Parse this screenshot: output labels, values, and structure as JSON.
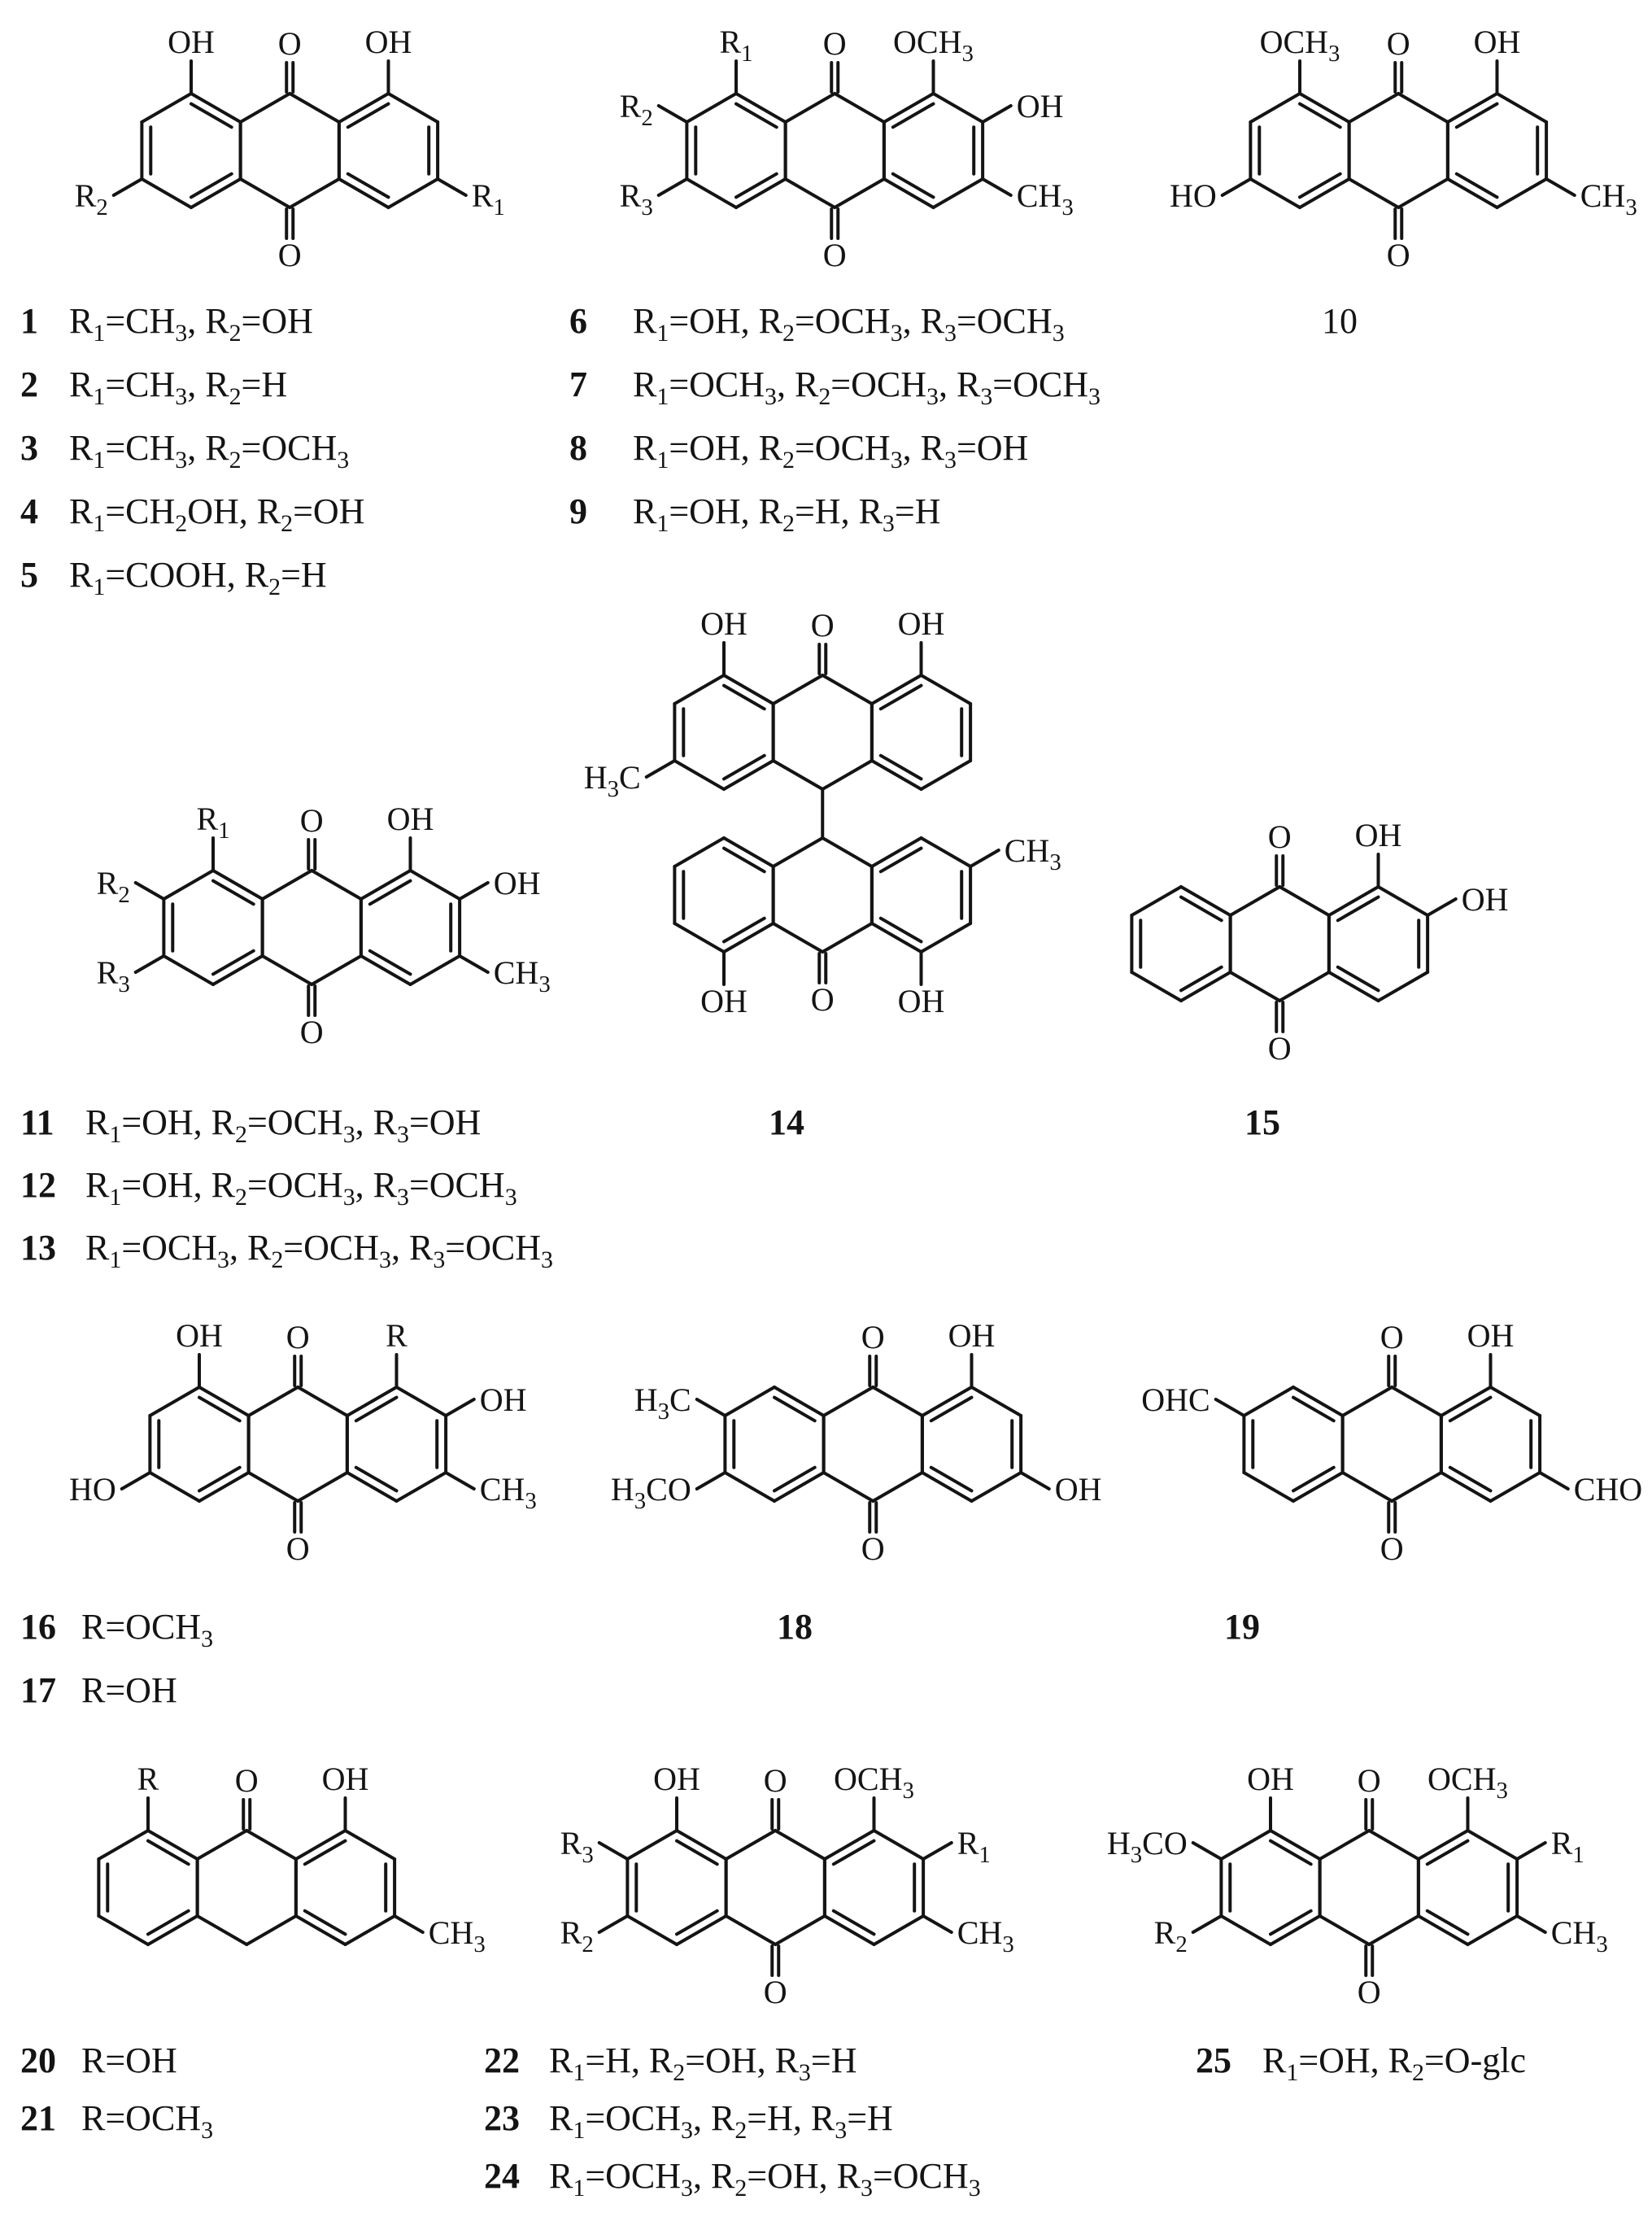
{
  "figure": {
    "background": "#ffffff",
    "ink": "#141414"
  },
  "structures": [
    {
      "id": "s1",
      "name": "structure-core-compounds-1-5",
      "subs": [
        [
          "Ltop",
          "OH"
        ],
        [
          "Otop",
          "O"
        ],
        [
          "Rtop",
          "OH"
        ],
        [
          "Lll",
          "R2"
        ],
        [
          "Rlr",
          "R1"
        ],
        [
          "Obot",
          "O"
        ]
      ]
    },
    {
      "id": "s2",
      "name": "structure-core-compounds-6-9",
      "subs": [
        [
          "Ltop",
          "R1"
        ],
        [
          "Lul",
          "R2"
        ],
        [
          "Lll",
          "R3"
        ],
        [
          "Otop",
          "O"
        ],
        [
          "Rtop",
          "OCH3"
        ],
        [
          "Rur",
          "OH"
        ],
        [
          "Rlr",
          "CH3"
        ],
        [
          "Obot",
          "O"
        ]
      ]
    },
    {
      "id": "s3",
      "name": "structure-compound-10",
      "subs": [
        [
          "Ltop",
          "OCH3"
        ],
        [
          "Otop",
          "O"
        ],
        [
          "Rtop",
          "OH"
        ],
        [
          "Lll",
          "HO"
        ],
        [
          "Rlr",
          "CH3"
        ],
        [
          "Obot",
          "O"
        ]
      ]
    },
    {
      "id": "s4",
      "name": "structure-core-compounds-11-13",
      "subs": [
        [
          "Ltop",
          "R1"
        ],
        [
          "Lul",
          "R2"
        ],
        [
          "Lll",
          "R3"
        ],
        [
          "Otop",
          "O"
        ],
        [
          "Rtop",
          "OH"
        ],
        [
          "Rur",
          "OH"
        ],
        [
          "Rlr",
          "CH3"
        ],
        [
          "Obot",
          "O"
        ]
      ]
    },
    {
      "id": "s5a",
      "name": "structure-14-upper-unit",
      "subs": [
        [
          "Ltop",
          "OH"
        ],
        [
          "Otop",
          "O"
        ],
        [
          "Rtop",
          "OH"
        ],
        [
          "Lll",
          "H3C"
        ]
      ]
    },
    {
      "id": "s5b",
      "name": "structure-14-lower-unit",
      "subs": [
        [
          "Lbot",
          "OH"
        ],
        [
          "Obot",
          "O"
        ],
        [
          "Rbot",
          "OH"
        ],
        [
          "Rur",
          "CH3"
        ]
      ]
    },
    {
      "id": "s6",
      "name": "structure-compound-15",
      "subs": [
        [
          "Otop",
          "O"
        ],
        [
          "Rtop",
          "OH"
        ],
        [
          "Rur",
          "OH"
        ],
        [
          "Obot",
          "O"
        ]
      ]
    },
    {
      "id": "s7",
      "name": "structure-core-compounds-16-17",
      "subs": [
        [
          "Ltop",
          "OH"
        ],
        [
          "Otop",
          "O"
        ],
        [
          "Rtop",
          "R"
        ],
        [
          "Lll",
          "HO"
        ],
        [
          "Rur",
          "OH"
        ],
        [
          "Rlr",
          "CH3"
        ],
        [
          "Obot",
          "O"
        ]
      ]
    },
    {
      "id": "s8",
      "name": "structure-compound-18",
      "subs": [
        [
          "Lul",
          "H3C"
        ],
        [
          "Lll",
          "H3CO"
        ],
        [
          "Otop",
          "O"
        ],
        [
          "Rtop",
          "OH"
        ],
        [
          "Rlr",
          "OH"
        ],
        [
          "Obot",
          "O"
        ]
      ]
    },
    {
      "id": "s9",
      "name": "structure-compound-19",
      "subs": [
        [
          "Lul",
          "OHC"
        ],
        [
          "Otop",
          "O"
        ],
        [
          "Rtop",
          "OH"
        ],
        [
          "Rlr",
          "CHO"
        ],
        [
          "Obot",
          "O"
        ]
      ]
    },
    {
      "id": "s10",
      "name": "structure-core-compounds-20-21",
      "subs": [
        [
          "Ltop",
          "R"
        ],
        [
          "Otop",
          "O"
        ],
        [
          "Rtop",
          "OH"
        ],
        [
          "Rlr",
          "CH3"
        ]
      ]
    },
    {
      "id": "s11",
      "name": "structure-core-compounds-22-24",
      "subs": [
        [
          "Ltop",
          "OH"
        ],
        [
          "Otop",
          "O"
        ],
        [
          "Rtop",
          "OCH3"
        ],
        [
          "Lul",
          "R3"
        ],
        [
          "Lll",
          "R2"
        ],
        [
          "Rur",
          "R1"
        ],
        [
          "Rlr",
          "CH3"
        ],
        [
          "Obot",
          "O"
        ]
      ]
    },
    {
      "id": "s12",
      "name": "structure-compound-25",
      "subs": [
        [
          "Ltop",
          "OH"
        ],
        [
          "Otop",
          "O"
        ],
        [
          "Rtop",
          "OCH3"
        ],
        [
          "Lul",
          "H3CO"
        ],
        [
          "Lll",
          "R2"
        ],
        [
          "Rur",
          "R1"
        ],
        [
          "Rlr",
          "CH3"
        ],
        [
          "Obot",
          "O"
        ]
      ]
    }
  ],
  "links": [
    {
      "from": "s5a",
      "to": "s5b"
    }
  ],
  "groups": [
    {
      "id": "gA",
      "items": [
        {
          "num": "1",
          "def": "R1=CH3, R2=OH"
        },
        {
          "num": "2",
          "def": "R1=CH3, R2=H"
        },
        {
          "num": "3",
          "def": "R1=CH3, R2=OCH3"
        },
        {
          "num": "4",
          "def": "R1=CH2OH, R2=OH"
        },
        {
          "num": "5",
          "def": "R1=COOH, R2=H"
        }
      ]
    },
    {
      "id": "gB",
      "items": [
        {
          "num": "6",
          "def": "R1=OH, R2=OCH3, R3=OCH3"
        },
        {
          "num": "7",
          "def": "R1=OCH3, R2=OCH3, R3=OCH3"
        },
        {
          "num": "8",
          "def": "R1=OH, R2=OCH3, R3=OH"
        },
        {
          "num": "9",
          "def": "R1=OH, R2=H, R3=H"
        }
      ]
    },
    {
      "id": "gC",
      "items": [
        {
          "num": "11",
          "def": "R1=OH, R2=OCH3, R3=OH"
        },
        {
          "num": "12",
          "def": "R1=OH, R2=OCH3, R3=OCH3"
        },
        {
          "num": "13",
          "def": "R1=OCH3, R2=OCH3, R3=OCH3"
        }
      ]
    },
    {
      "id": "gD",
      "items": [
        {
          "num": "16",
          "def": "R=OCH3"
        },
        {
          "num": "17",
          "def": "R=OH"
        }
      ]
    },
    {
      "id": "gE",
      "items": [
        {
          "num": "20",
          "def": "R=OH"
        },
        {
          "num": "21",
          "def": "R=OCH3"
        }
      ]
    },
    {
      "id": "gF",
      "items": [
        {
          "num": "22",
          "def": "R1=H, R2=OH, R3=H"
        },
        {
          "num": "23",
          "def": "R1=OCH3, R2=H, R3=H"
        },
        {
          "num": "24",
          "def": "R1=OCH3, R2=OH, R3=OCH3"
        }
      ]
    },
    {
      "id": "gG",
      "items": [
        {
          "num": "25",
          "def": "R1=OH, R2=O-glc"
        }
      ]
    }
  ],
  "standalone_labels": [
    {
      "id": "l10",
      "text": "10",
      "bold": false
    },
    {
      "id": "l14",
      "text": "14",
      "bold": true
    },
    {
      "id": "l15",
      "text": "15",
      "bold": true
    },
    {
      "id": "l18",
      "text": "18",
      "bold": true
    },
    {
      "id": "l19",
      "text": "19",
      "bold": true
    }
  ]
}
